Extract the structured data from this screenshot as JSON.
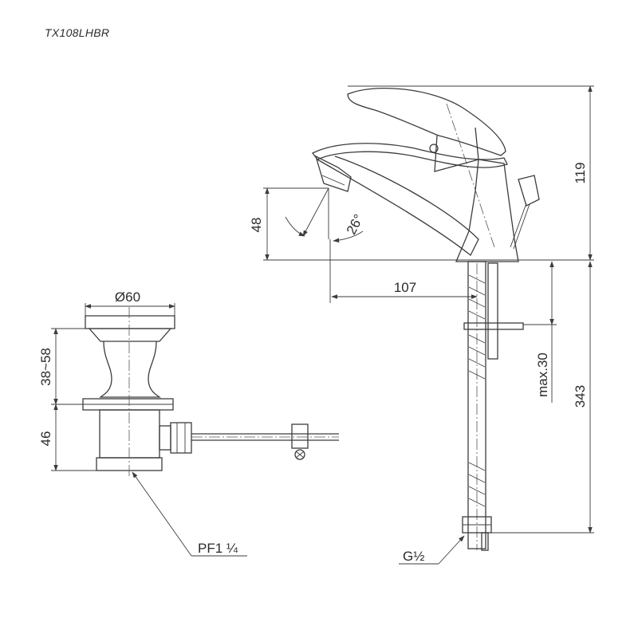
{
  "title": "TX108LHBR",
  "dimensions": {
    "spout_height": "48",
    "spout_angle": "26°",
    "spout_reach": "107",
    "faucet_height": "119",
    "counter_thickness": "max.30",
    "hose_length": "343",
    "drain_diameter": "Ø60",
    "drain_range": "38~58",
    "drain_body": "46",
    "drain_thread": "PF1 ¼",
    "inlet_thread": "G½"
  }
}
